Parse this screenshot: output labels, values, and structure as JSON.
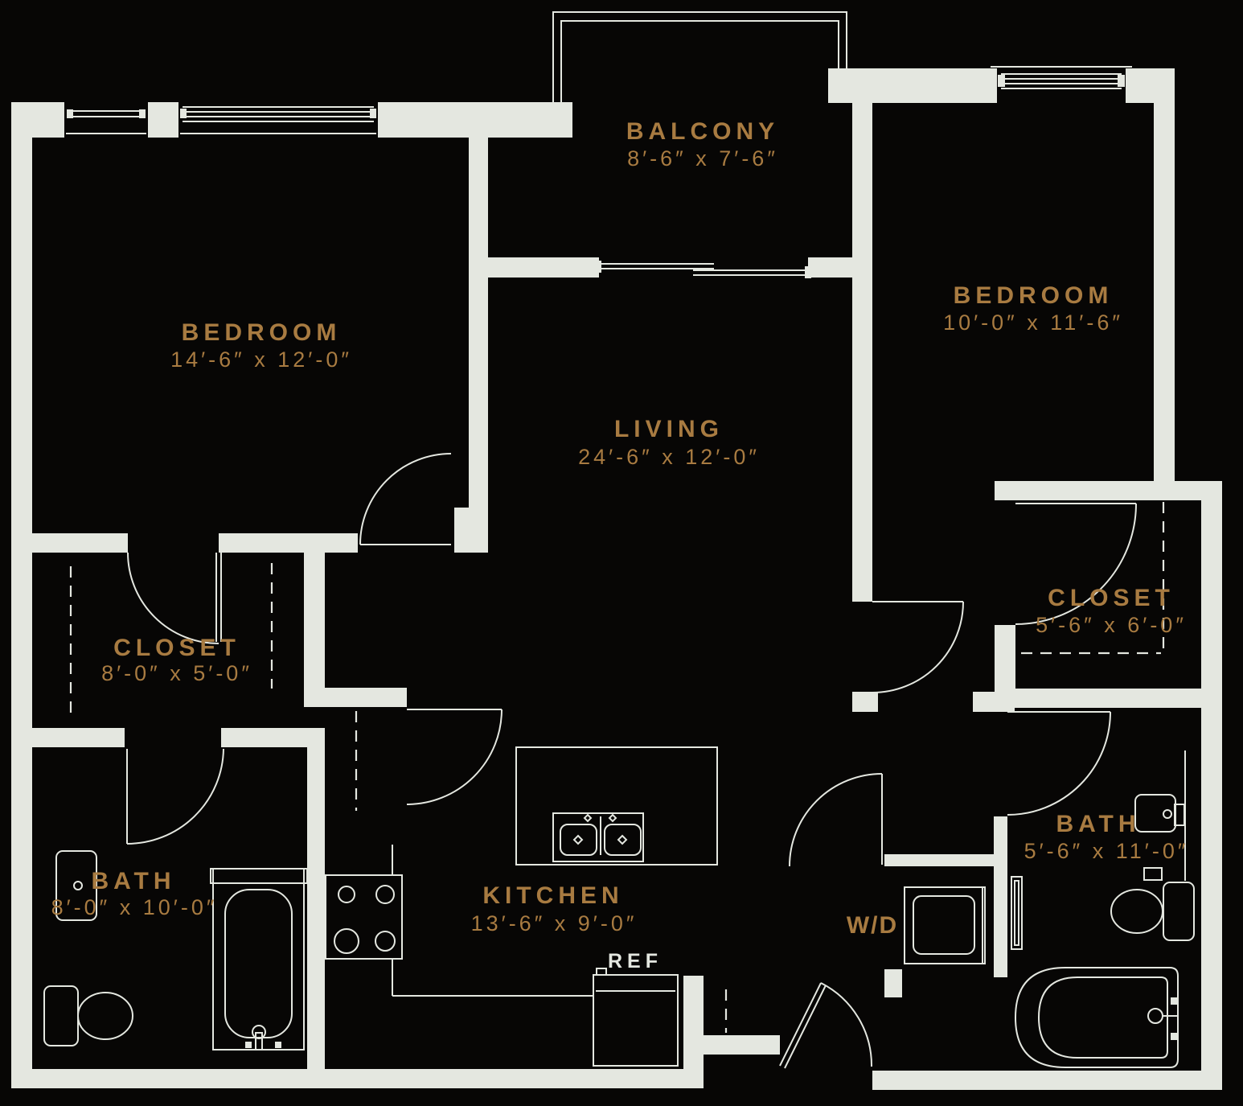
{
  "title": "Two bedroom apartment floor plan",
  "colors": {
    "background": "#070605",
    "wall": "#e4e7e0",
    "line": "#e4e7e0",
    "label_gold": "#a87b41"
  },
  "rooms": [
    {
      "id": "balcony",
      "name": "BALCONY",
      "dims": "8′-6″ x 7′-6″"
    },
    {
      "id": "bedroom-1",
      "name": "BEDROOM",
      "dims": "14′-6″ x 12′-0″"
    },
    {
      "id": "living",
      "name": "LIVING",
      "dims": "24′-6″ x 12′-0″"
    },
    {
      "id": "bedroom-2",
      "name": "BEDROOM",
      "dims": "10′-0″ x 11′-6″"
    },
    {
      "id": "closet-1",
      "name": "CLOSET",
      "dims": "8′-0″ x 5′-0″"
    },
    {
      "id": "closet-2",
      "name": "CLOSET",
      "dims": "5′-6″ x 6′-0″"
    },
    {
      "id": "bath-1",
      "name": "BATH",
      "dims": "8′-0″ x 10′-0″"
    },
    {
      "id": "bath-2",
      "name": "BATH",
      "dims": "5′-6″ x 11′-0″"
    },
    {
      "id": "kitchen",
      "name": "KITCHEN",
      "dims": "13′-6″ x 9′-0″"
    }
  ],
  "appliances": {
    "refrigerator": "REF",
    "washer_dryer": "W/D"
  }
}
